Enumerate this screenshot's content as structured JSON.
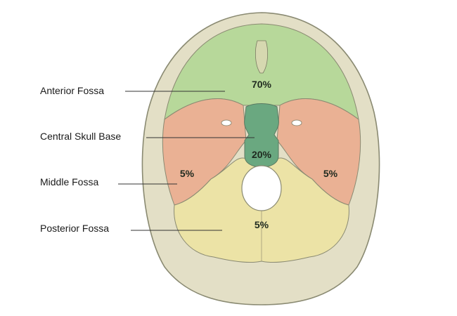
{
  "labels": {
    "anterior": "Anterior Fossa",
    "central": "Central Skull Base",
    "middle": "Middle Fossa",
    "posterior": "Posterior Fossa"
  },
  "percentages": {
    "anterior": "70%",
    "central": "20%",
    "middle_left": "5%",
    "middle_right": "5%",
    "posterior": "5%"
  },
  "colors": {
    "anterior": "#b7d89a",
    "central": "#6aa880",
    "middle": "#eab194",
    "posterior": "#ece3a6",
    "bone": "#e3dfc6",
    "outline": "#8a8a72",
    "leader": "#333333"
  }
}
